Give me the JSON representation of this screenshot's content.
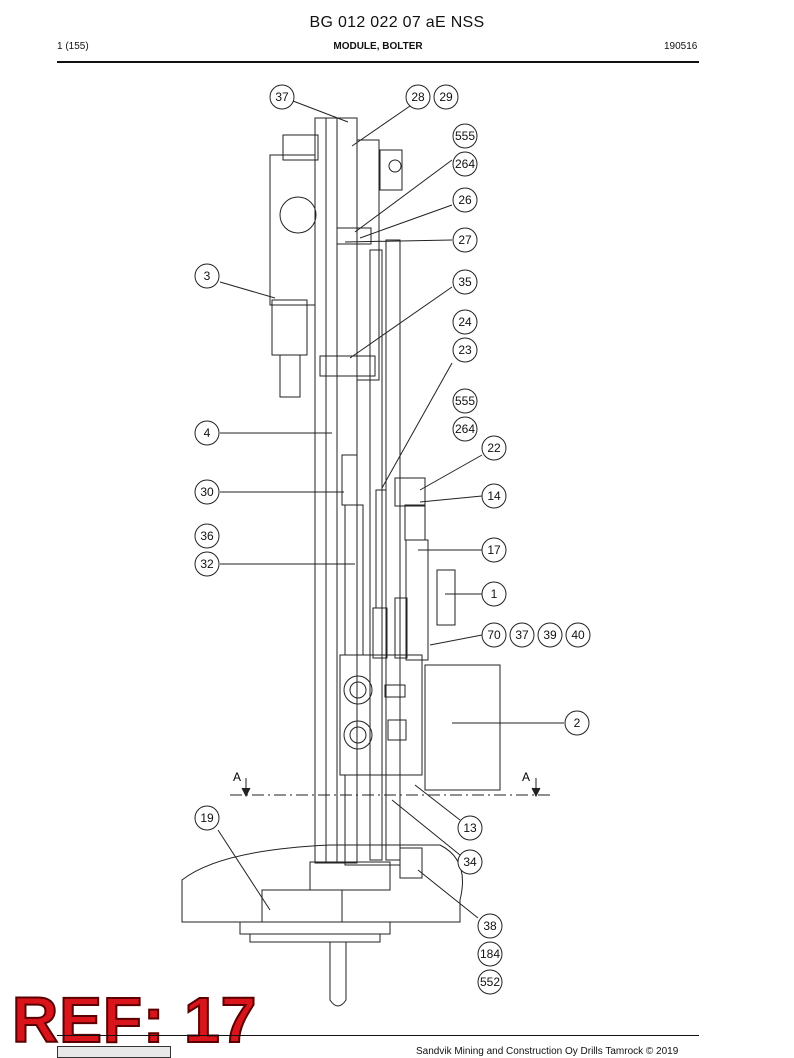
{
  "header": {
    "doc_title": "BG 012 022 07 aE NSS",
    "page_label": "1 (155)",
    "module_title": "MODULE, BOLTER",
    "date_code": "190516"
  },
  "section_marks": [
    "A",
    "A"
  ],
  "callouts": [
    "37",
    "28",
    "29",
    "555",
    "264",
    "26",
    "27",
    "3",
    "35",
    "24",
    "23",
    "555",
    "264",
    "22",
    "4",
    "30",
    "14",
    "36",
    "32",
    "17",
    "1",
    "70",
    "37",
    "39",
    "40",
    "2",
    "19",
    "13",
    "34",
    "38",
    "184",
    "552"
  ],
  "ref_stamp": "REF: 17",
  "footer_text": "Sandvik Mining and Construction Oy Drills Tamrock © 2019"
}
